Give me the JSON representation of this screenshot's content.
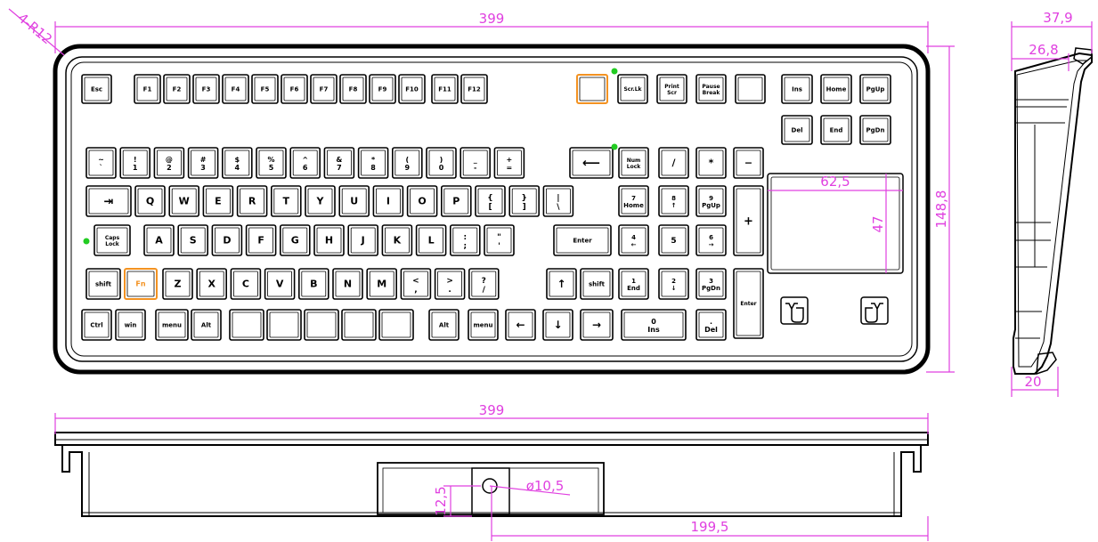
{
  "dimensions": {
    "width_top": "399",
    "corner_radius": "4-R12",
    "height": "148,8",
    "touchpad_width": "62,5",
    "touchpad_height": "47",
    "side_depth": "37,9",
    "side_inner": "26,8",
    "side_bottom": "20",
    "width_bottom": "399",
    "hole_diameter": "ø10,5",
    "hole_offset": "199,5",
    "hole_height": "12,5"
  },
  "colors": {
    "dimension": "#e040e0",
    "fn_key": "#f39221",
    "led": "#22cc22"
  },
  "keyboard": {
    "row_f": [
      "Esc",
      "F1",
      "F2",
      "F3",
      "F4",
      "F5",
      "F6",
      "F7",
      "F8",
      "F9",
      "F10",
      "F11",
      "F12",
      "",
      "Scr.Lk",
      "Print Scr",
      "Pause Break",
      ""
    ],
    "nav_top": [
      "Ins",
      "Home",
      "PgUp"
    ],
    "nav_bottom": [
      "Del",
      "End",
      "PgDn"
    ],
    "row_num": [
      "~ `",
      "! 1",
      "@ 2",
      "# 3",
      "$ 4",
      "% 5",
      "^ 6",
      "& 7",
      "* 8",
      "( 9",
      ") 0",
      "_ -",
      "+ =",
      "⟵",
      "Num Lock",
      "/",
      "*",
      "−"
    ],
    "row_q": [
      "⇥",
      "Q",
      "W",
      "E",
      "R",
      "T",
      "Y",
      "U",
      "I",
      "O",
      "P",
      "{ [",
      "} ]",
      "| \\",
      "7 Home",
      "8 ↑",
      "9 PgUp",
      "+"
    ],
    "row_a": [
      "Caps Lock",
      "A",
      "S",
      "D",
      "F",
      "G",
      "H",
      "J",
      "K",
      "L",
      ": ;",
      "\" '",
      "Enter",
      "4 ←",
      "5",
      "6 →"
    ],
    "row_z": [
      "shift",
      "Fn",
      "Z",
      "X",
      "C",
      "V",
      "B",
      "N",
      "M",
      "< ,",
      "> .",
      "? /",
      "↑",
      "shift",
      "1 End",
      "2 ↓",
      "3 PgDn",
      "Enter"
    ],
    "row_ctrl": [
      "Ctrl",
      "win",
      "menu",
      "Alt",
      "",
      "",
      "",
      "",
      "Alt",
      "menu",
      "←",
      "↓",
      "→",
      "0 Ins",
      ". Del"
    ]
  }
}
